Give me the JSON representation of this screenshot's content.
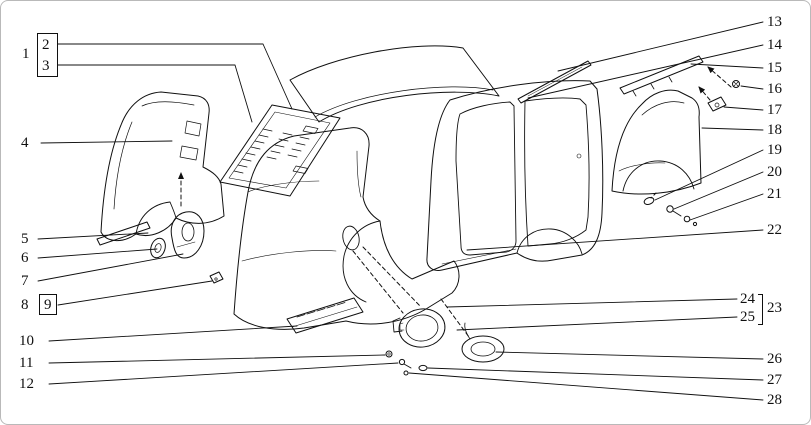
{
  "callouts": {
    "left": [
      "1",
      "2",
      "3",
      "4",
      "5",
      "6",
      "7",
      "8",
      "9",
      "10",
      "11",
      "12"
    ],
    "right": [
      "13",
      "14",
      "15",
      "16",
      "17",
      "18",
      "19",
      "20",
      "21",
      "22",
      "23",
      "24",
      "25",
      "26",
      "27",
      "28"
    ]
  },
  "colors": {
    "line": "#101010",
    "background": "#ffffff",
    "frame_border": "#b9b9b9"
  }
}
